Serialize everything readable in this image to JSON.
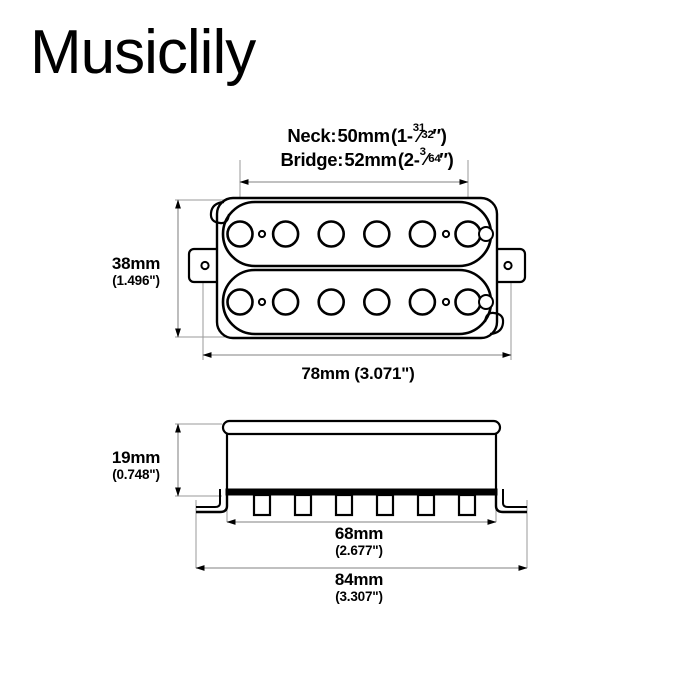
{
  "brand": {
    "name": "Musiclily"
  },
  "spacing": {
    "neck": {
      "label": "Neck",
      "separator": ":",
      "metric": "50mm",
      "imperial_whole": "1-",
      "imperial_num": "31",
      "imperial_den": "32",
      "imperial_full": "1-31/32\""
    },
    "bridge": {
      "label": "Bridge",
      "separator": ":",
      "metric": "52mm",
      "imperial_whole": "2-",
      "imperial_num": "3",
      "imperial_den": "64",
      "imperial_full": "2-3/64\""
    }
  },
  "dimensions": {
    "height_top_view": {
      "metric": "38mm",
      "imperial": "(1.496\")"
    },
    "width_top_view": {
      "metric": "78mm (3.071\")",
      "imperial": ""
    },
    "height_side_view": {
      "metric": "19mm",
      "imperial": "(0.748\")"
    },
    "body_width_side_view": {
      "metric": "68mm",
      "imperial": "(2.677\")"
    },
    "overall_width_side_view": {
      "metric": "84mm",
      "imperial": "(3.307\")"
    }
  },
  "drawing": {
    "type": "humbucker-pickup-technical-drawing",
    "views": [
      "top-view",
      "side-view"
    ],
    "pole_pieces_per_coil": 6,
    "coils": 2,
    "mounting_tabs": 2,
    "line_color": "#000000",
    "dimension_line_color": "#9a9a9a",
    "fill_color": "#ffffff"
  }
}
